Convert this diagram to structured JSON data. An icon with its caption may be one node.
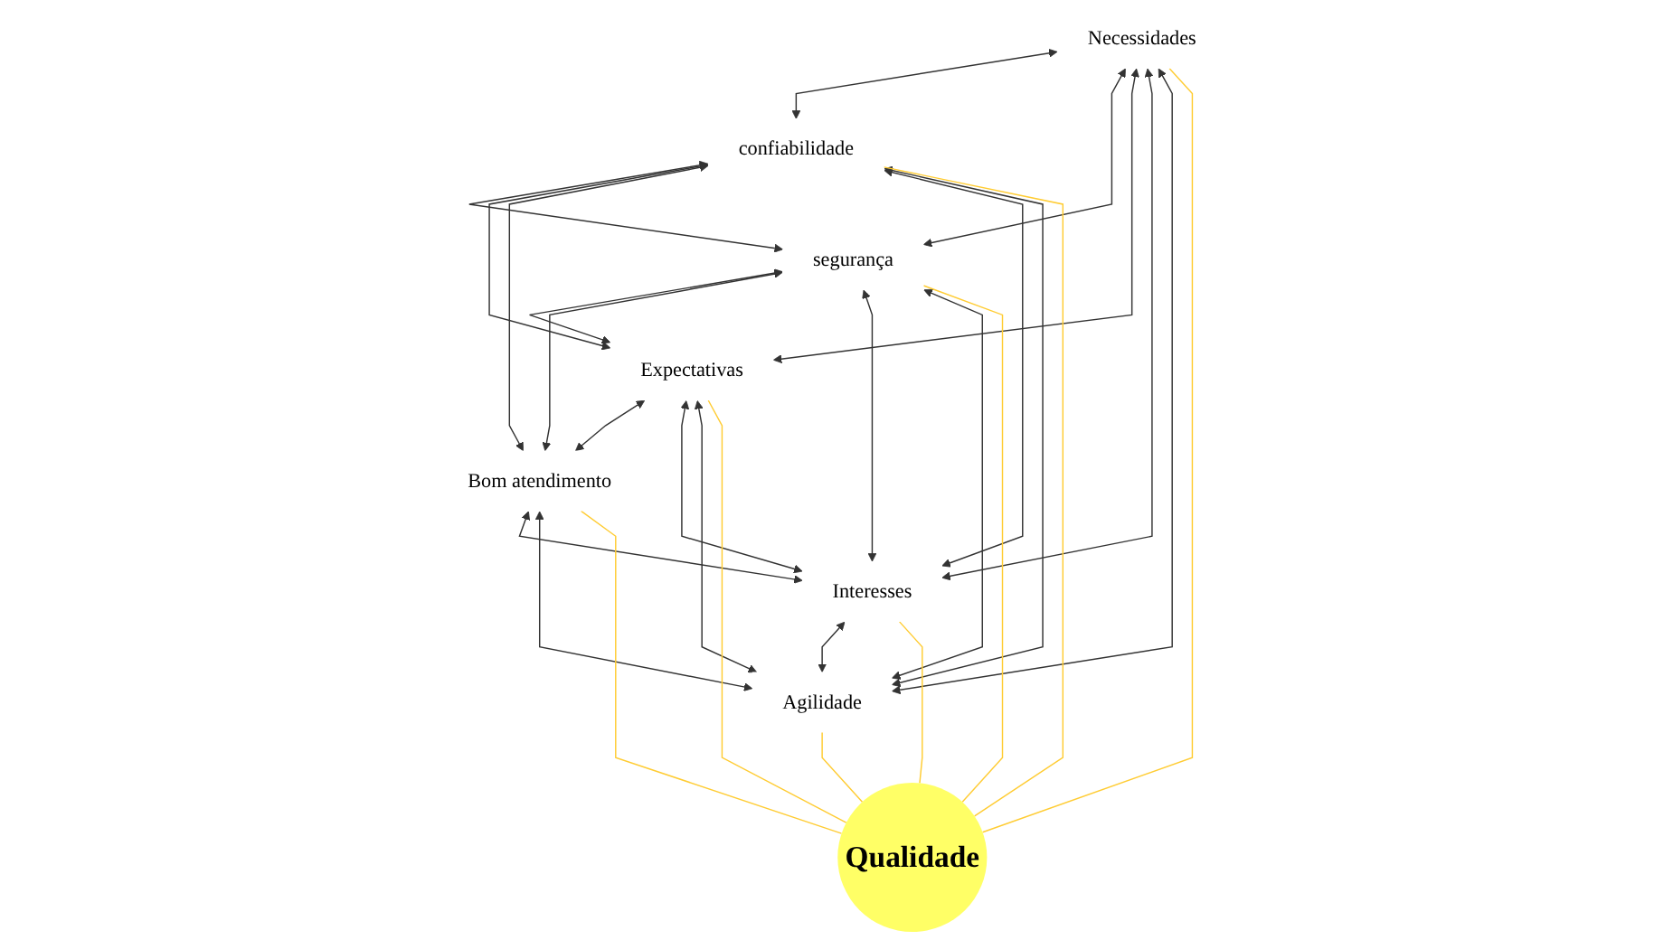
{
  "diagram": {
    "nodes": [
      {
        "text": [
          "confiabilidade"
        ]
      },
      {
        "text": [
          "segurança"
        ]
      },
      {
        "text": [
          "Necessidades"
        ]
      },
      {
        "text": [
          "Qualidade"
        ]
      },
      {
        "text": [
          "Expectativas"
        ]
      },
      {
        "text": [
          "Interesses"
        ]
      },
      {
        "text": [
          "Bom atendimento"
        ]
      },
      {
        "text": [
          "Agilidade"
        ]
      }
    ],
    "edges": [
      {
        "from": 2,
        "to": 0,
        "arrow": "both"
      },
      {
        "from": 2,
        "to": 1,
        "arrow": "both"
      },
      {
        "from": 2,
        "to": 4,
        "arrow": "both"
      },
      {
        "from": 2,
        "to": 5,
        "arrow": "both"
      },
      {
        "from": 2,
        "to": 7,
        "arrow": "both"
      },
      {
        "from": 0,
        "to": 1,
        "arrow": "both"
      },
      {
        "from": 0,
        "to": 4,
        "arrow": "both"
      },
      {
        "from": 0,
        "to": 6,
        "arrow": "both"
      },
      {
        "from": 0,
        "to": 5,
        "arrow": "both"
      },
      {
        "from": 0,
        "to": 7,
        "arrow": "both"
      },
      {
        "from": 1,
        "to": 4,
        "arrow": "both"
      },
      {
        "from": 1,
        "to": 6,
        "arrow": "both"
      },
      {
        "from": 1,
        "to": 5,
        "arrow": "both"
      },
      {
        "from": 1,
        "to": 7,
        "arrow": "both"
      },
      {
        "from": 4,
        "to": 6,
        "arrow": "both"
      },
      {
        "from": 4,
        "to": 5,
        "arrow": "both"
      },
      {
        "from": 4,
        "to": 7,
        "arrow": "both"
      },
      {
        "from": 6,
        "to": 5,
        "arrow": "both"
      },
      {
        "from": 6,
        "to": 7,
        "arrow": "both"
      },
      {
        "from": 5,
        "to": 7,
        "arrow": "both"
      },
      {
        "from": 0,
        "to": 3,
        "arrow": "none",
        "color": "#ffcc33"
      },
      {
        "from": 1,
        "to": 3,
        "arrow": "none",
        "color": "#ffcc33"
      },
      {
        "from": 2,
        "to": 3,
        "arrow": "none",
        "color": "#ffcc33"
      },
      {
        "from": 4,
        "to": 3,
        "arrow": "none",
        "color": "#ffcc33"
      },
      {
        "from": 6,
        "to": 3,
        "arrow": "none",
        "color": "#ffcc33"
      },
      {
        "from": 5,
        "to": 3,
        "arrow": "none",
        "color": "#ffcc33"
      },
      {
        "from": 7,
        "to": 3,
        "arrow": "none",
        "color": "#ffcc33"
      }
    ]
  }
}
